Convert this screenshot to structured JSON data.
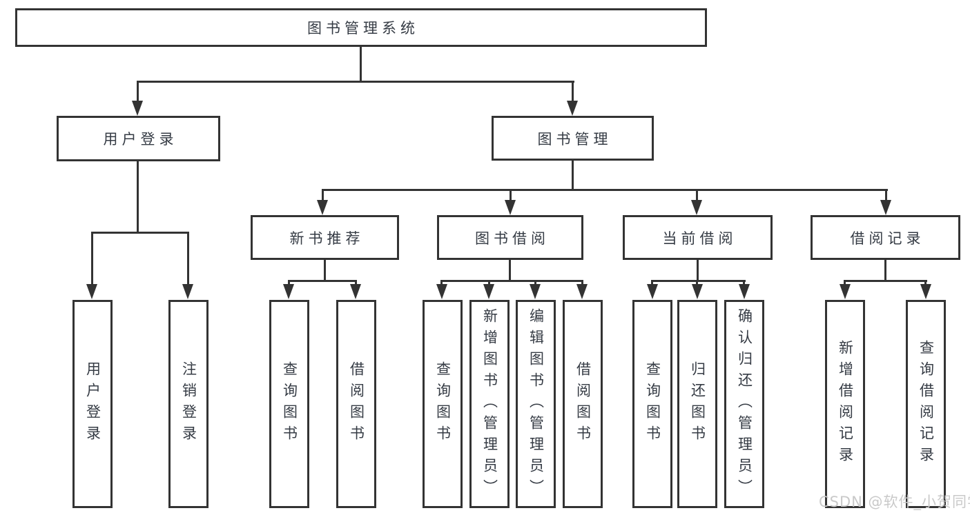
{
  "tree": {
    "label": "图书管理系统",
    "children": [
      {
        "label": "用户登录",
        "children": [
          {
            "label": "用户登录"
          },
          {
            "label": "注销登录"
          }
        ]
      },
      {
        "label": "图书管理",
        "children": [
          {
            "label": "新书推荐",
            "children": [
              {
                "label": "查询图书"
              },
              {
                "label": "借阅图书"
              }
            ]
          },
          {
            "label": "图书借阅",
            "children": [
              {
                "label": "查询图书"
              },
              {
                "label": "新增图书（管理员）"
              },
              {
                "label": "编辑图书（管理员）"
              },
              {
                "label": "借阅图书"
              }
            ]
          },
          {
            "label": "当前借阅",
            "children": [
              {
                "label": "查询图书"
              },
              {
                "label": "归还图书"
              },
              {
                "label": "确认归还（管理员）"
              }
            ]
          },
          {
            "label": "借阅记录",
            "children": [
              {
                "label": "新增借阅记录"
              },
              {
                "label": "查询借阅记录"
              }
            ]
          }
        ]
      }
    ]
  },
  "watermark": {
    "text": "CSDN @软件_小贺同学"
  },
  "colors": {
    "line": "#333333",
    "text": "#353b44",
    "bg": "#ffffff",
    "watermark": "#c9c9c9"
  }
}
